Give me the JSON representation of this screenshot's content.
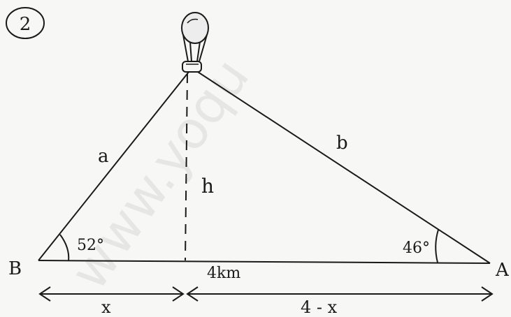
{
  "problem_number": "2",
  "watermark": "www.yoqu",
  "labels": {
    "side_a": "a",
    "side_b": "b",
    "height": "h",
    "angle_b": "52°",
    "angle_a": "46°",
    "vertex_b": "B",
    "vertex_a": "A",
    "base_length": "4km",
    "segment_left": "x",
    "segment_right": "4 - x"
  }
}
